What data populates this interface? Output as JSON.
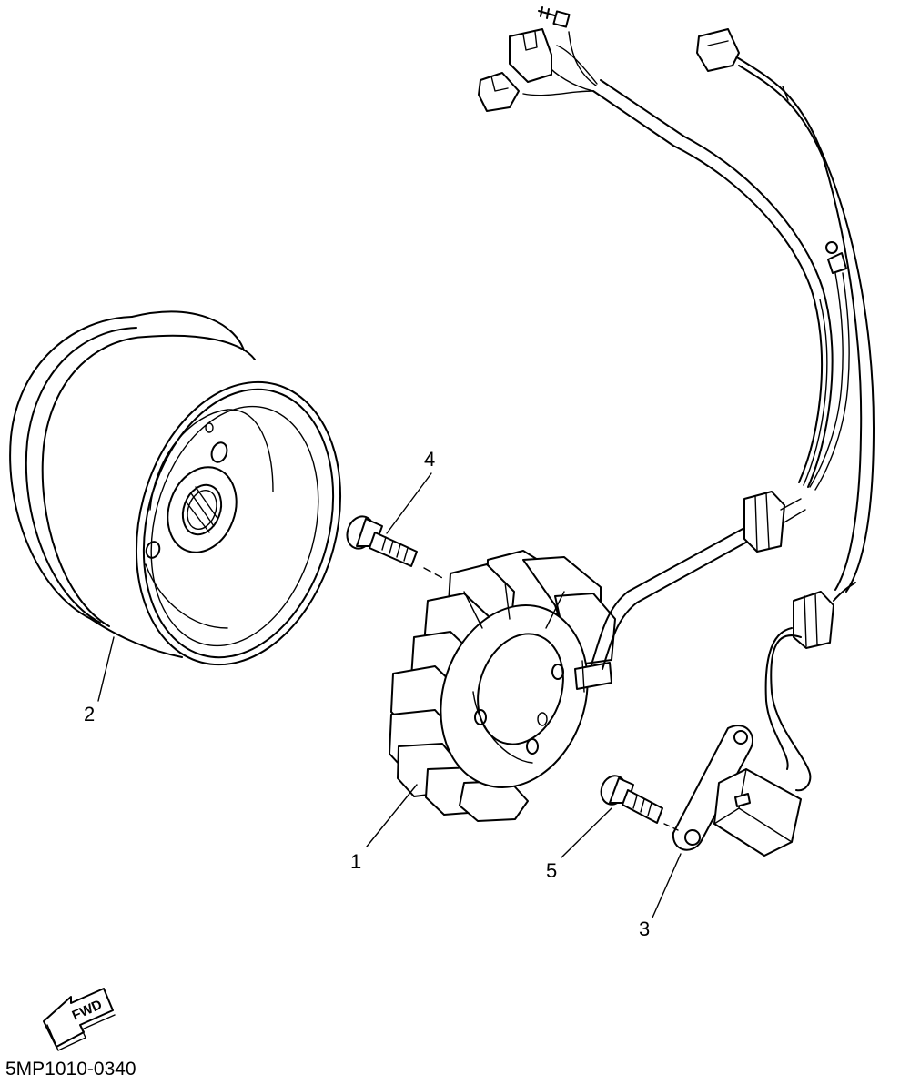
{
  "callouts": {
    "c1": "1",
    "c2": "2",
    "c3": "3",
    "c4": "4",
    "c5": "5"
  },
  "direction_badge": {
    "label": "FWD",
    "icon": "forward-arrow-icon"
  },
  "drawing_code": "5MP1010-0340"
}
